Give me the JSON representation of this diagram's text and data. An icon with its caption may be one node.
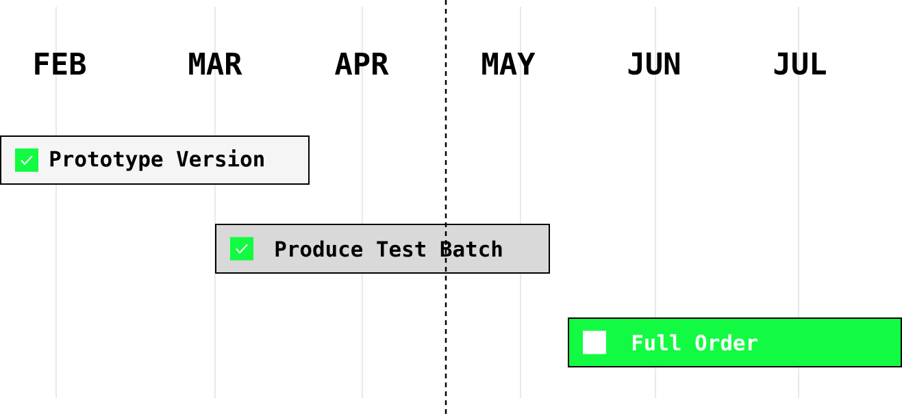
{
  "diagram": {
    "nodes": [
      {
        "text": [
          "Prototype Version"
        ]
      },
      {
        "text": [
          "Produce Test Batch"
        ]
      },
      {
        "text": [
          "Full Order"
        ]
      }
    ],
    "labels": [
      "FEB",
      "MAR",
      "APR",
      "MAY",
      "JUN",
      "JUL"
    ]
  }
}
